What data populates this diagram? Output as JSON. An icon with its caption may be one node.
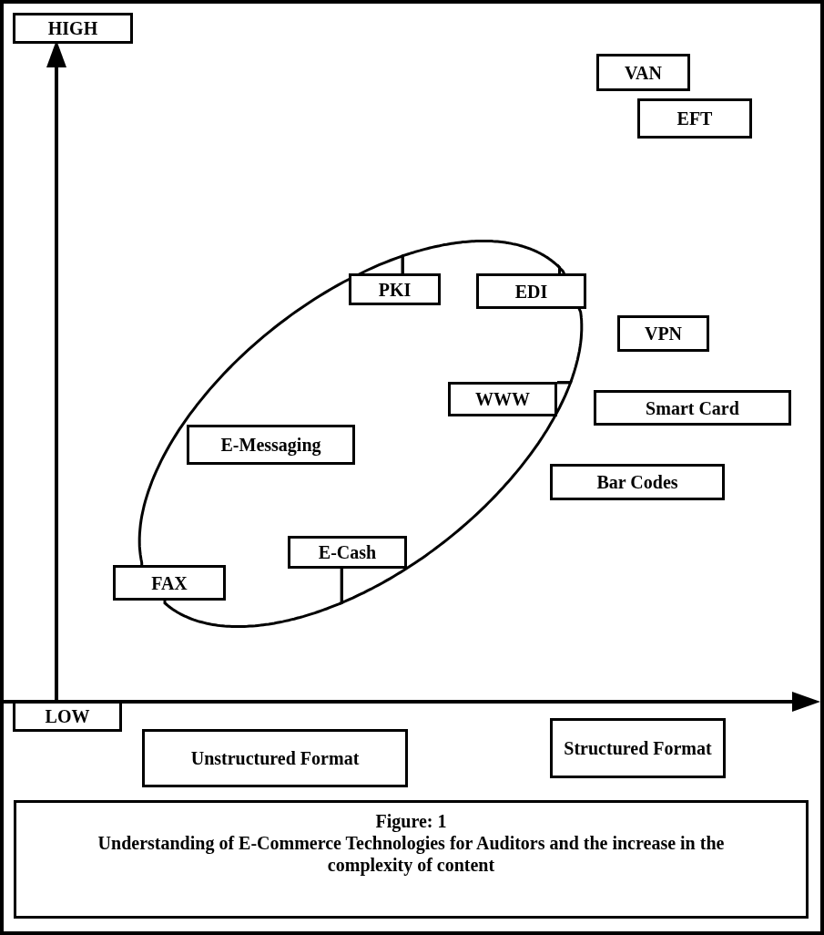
{
  "diagram": {
    "nodes": [
      {
        "text": [
          "HIGH"
        ]
      },
      {
        "text": [
          "VAN"
        ]
      },
      {
        "text": [
          "EFT"
        ]
      },
      {
        "text": [
          "PKI"
        ]
      },
      {
        "text": [
          "EDI"
        ]
      },
      {
        "text": [
          "VPN"
        ]
      },
      {
        "text": [
          "WWW"
        ]
      },
      {
        "text": [
          "Smart Card"
        ]
      },
      {
        "text": [
          "E-Messaging"
        ]
      },
      {
        "text": [
          "Bar Codes"
        ]
      },
      {
        "text": [
          "E-Cash"
        ]
      },
      {
        "text": [
          "FAX"
        ]
      },
      {
        "text": [
          "LOW"
        ]
      },
      {
        "text": [
          "Structured Format"
        ]
      },
      {
        "text": [
          "Unstructured Format"
        ]
      },
      {
        "text": [
          "Figure: 1",
          "Understanding of E-Commerce Technologies for Auditors and the increase in the complexity of content"
        ]
      }
    ],
    "edges": [
      {
        "from": 3,
        "to": 4,
        "arrow": "none"
      },
      {
        "from": 4,
        "to": 6,
        "arrow": "none"
      },
      {
        "from": 6,
        "to": 10,
        "arrow": "none"
      },
      {
        "from": 10,
        "to": 11,
        "arrow": "none"
      },
      {
        "from": 11,
        "to": 3,
        "arrow": "none"
      }
    ]
  }
}
